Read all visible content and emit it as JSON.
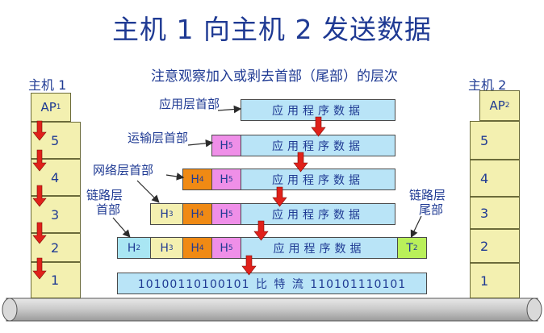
{
  "title": "主机 1 向主机 2 发送数据",
  "subtitle": "注意观察加入或剥去首部（尾部）的层次",
  "host1": {
    "label": "主机 1",
    "ap": "AP",
    "ap_sub": "1",
    "layers": [
      "5",
      "4",
      "3",
      "2",
      "1"
    ]
  },
  "host2": {
    "label": "主机 2",
    "ap": "AP",
    "ap_sub": "2",
    "layers": [
      "5",
      "4",
      "3",
      "2",
      "1"
    ]
  },
  "header_labels": {
    "application": "应用层首部",
    "transport": "运输层首部",
    "network": "网络层首部",
    "link_header_line1": "链路层",
    "link_header_line2": "首部",
    "link_trailer_line1": "链路层",
    "link_trailer_line2": "尾部"
  },
  "data_text": "应用程序数据",
  "headers": {
    "h5": "H",
    "h5_sub": "5",
    "h4": "H",
    "h4_sub": "4",
    "h3": "H",
    "h3_sub": "3",
    "h2": "H",
    "h2_sub": "2",
    "t2": "T",
    "t2_sub": "2"
  },
  "bitstream": "10100110100101  比 特 流  110101110101",
  "colors": {
    "title": "#1f3a93",
    "data": "#b9e4f7",
    "h5": "#ef8fe8",
    "h4": "#f08a14",
    "h3": "#f4f0b0",
    "h2": "#a9e6f3",
    "t2": "#b9f05a",
    "stack": "#f3f0b0",
    "arrow": "#e0211b"
  }
}
